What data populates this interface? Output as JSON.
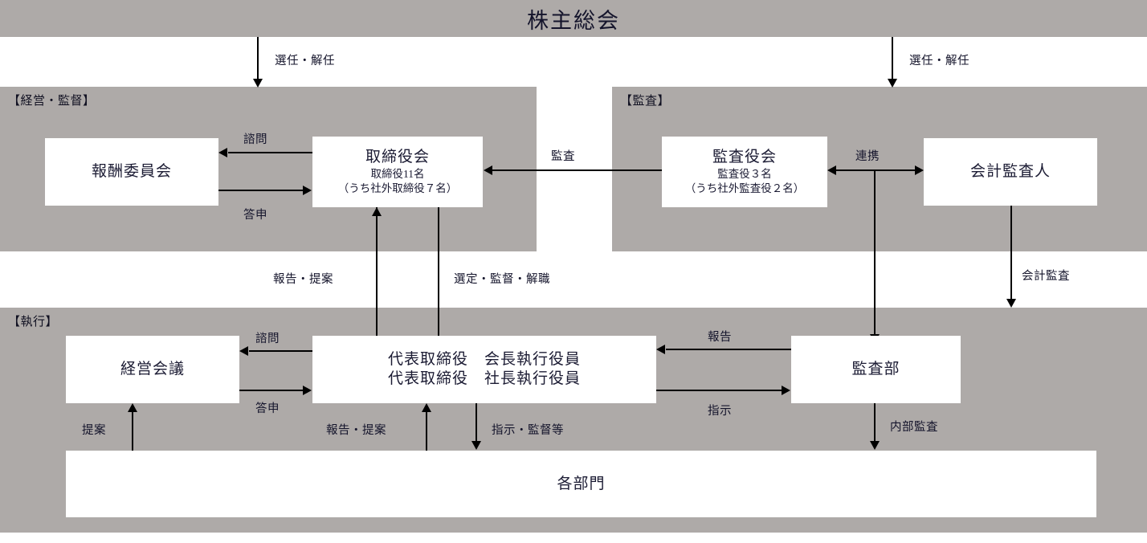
{
  "diagram": {
    "title": "株主総会",
    "header": {
      "label": "株主総会"
    },
    "sections": {
      "management": "【経営・監督】",
      "audit": "【監査】",
      "execution": "【執行】"
    },
    "boxes": {
      "compensation_committee": {
        "title": "報酬委員会"
      },
      "board_of_directors": {
        "title": "取締役会",
        "line2": "取締役11名",
        "line3": "（うち社外取締役７名）"
      },
      "audit_and_supervisory_board": {
        "title": "監査役会",
        "line2": "監査役３名",
        "line3": "（うち社外監査役２名）"
      },
      "accounting_auditor": {
        "title": "会計監査人"
      },
      "management_meeting": {
        "title": "経営会議"
      },
      "representative_directors": {
        "line1": "代表取締役　会長執行役員",
        "line2": "代表取締役　社長執行役員"
      },
      "audit_department": {
        "title": "監査部"
      },
      "divisions": {
        "title": "各部門"
      }
    },
    "edges": {
      "appoint_dismiss_left": "選任・解任",
      "appoint_dismiss_right": "選任・解任",
      "consult_top": "諮問",
      "reply_top": "答申",
      "audit_mid": "監査",
      "cooperation": "連携",
      "report_proposal_upper": "報告・提案",
      "select_supervise_dismiss": "選定・監督・解職",
      "accounting_audit": "会計監査",
      "consult_bottom": "諮問",
      "reply_bottom": "答申",
      "proposal": "提案",
      "report_proposal_lower": "報告・提案",
      "instruct_supervise": "指示・監督等",
      "report": "報告",
      "instruction": "指示",
      "internal_audit": "内部監査"
    },
    "colors": {
      "panel_gray": "#aeaaa8",
      "box_white": "#ffffff",
      "line_black": "#000000",
      "text": "#14142b"
    }
  }
}
